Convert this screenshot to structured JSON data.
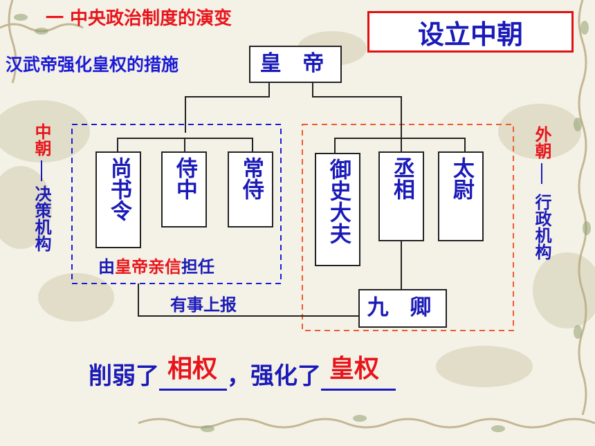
{
  "header": {
    "section_title": "一 中央政治制度的演变",
    "measure_title": "汉武帝强化皇权的措施",
    "topic_box": "设立中朝"
  },
  "diagram": {
    "emperor": "皇 帝",
    "inner_court": {
      "label_top": "中朝",
      "label_bottom": "决策机构",
      "offices": [
        {
          "text": "尚书令"
        },
        {
          "text": "侍中"
        },
        {
          "text": "常侍"
        }
      ],
      "note_prefix": "由",
      "note_highlight": "皇帝亲信",
      "note_suffix": "担任"
    },
    "outer_court": {
      "label_top": "外朝",
      "label_bottom": "行政机构",
      "offices": [
        {
          "text": "御史大夫"
        },
        {
          "text": "丞相"
        },
        {
          "text": "太尉"
        }
      ]
    },
    "nine_ministers": "九 卿",
    "report_label": "有事上报"
  },
  "conclusion": {
    "part1": "削弱了",
    "blank1": "相权",
    "part2": "，强化了",
    "blank2": "皇权"
  },
  "colors": {
    "title_red": "#e8141b",
    "text_blue": "#1a1ab8",
    "inner_dash": "#1b1bd6",
    "outer_dash": "#f05a30"
  }
}
